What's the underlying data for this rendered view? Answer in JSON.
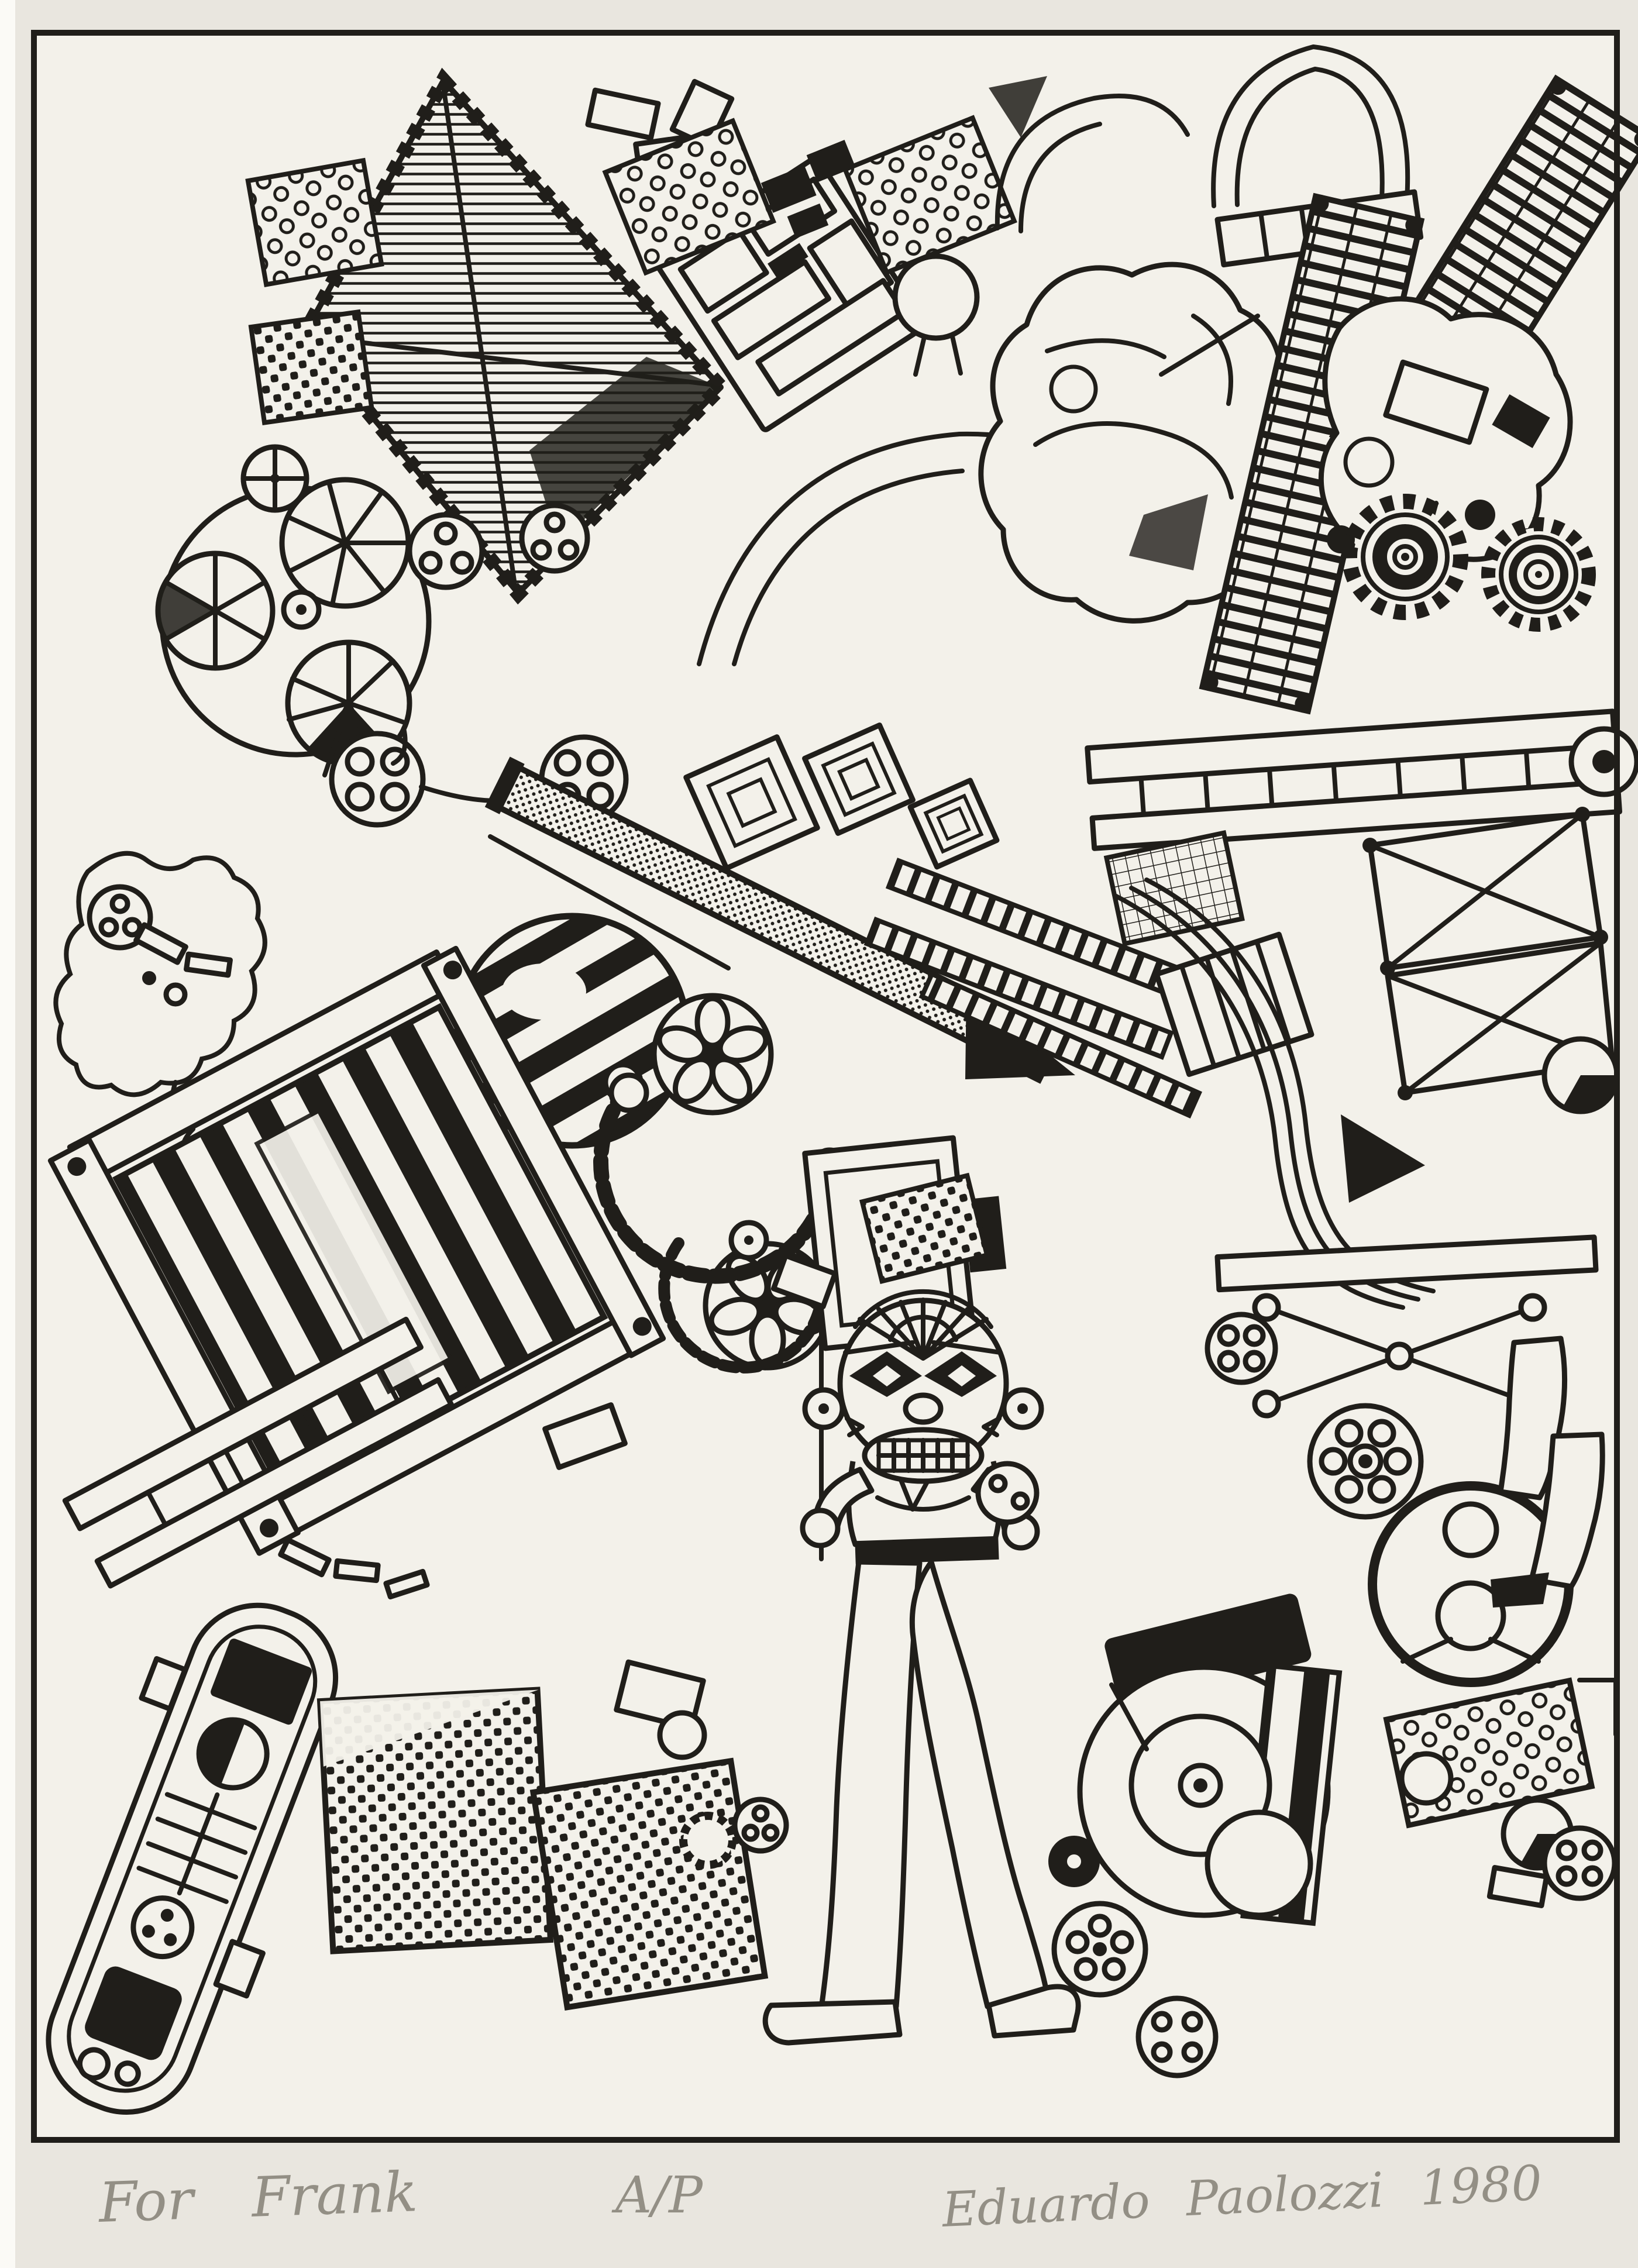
{
  "artwork": {
    "inscriptions": {
      "dedication": "For Frank",
      "edition": "A/P",
      "signature": "Eduardo Paolozzi 1980"
    }
  },
  "palette": {
    "paper": "#e9e6df",
    "paper_inner": "#f3f1ea",
    "ink": "#201e1a",
    "pencil": "#8a867c"
  }
}
